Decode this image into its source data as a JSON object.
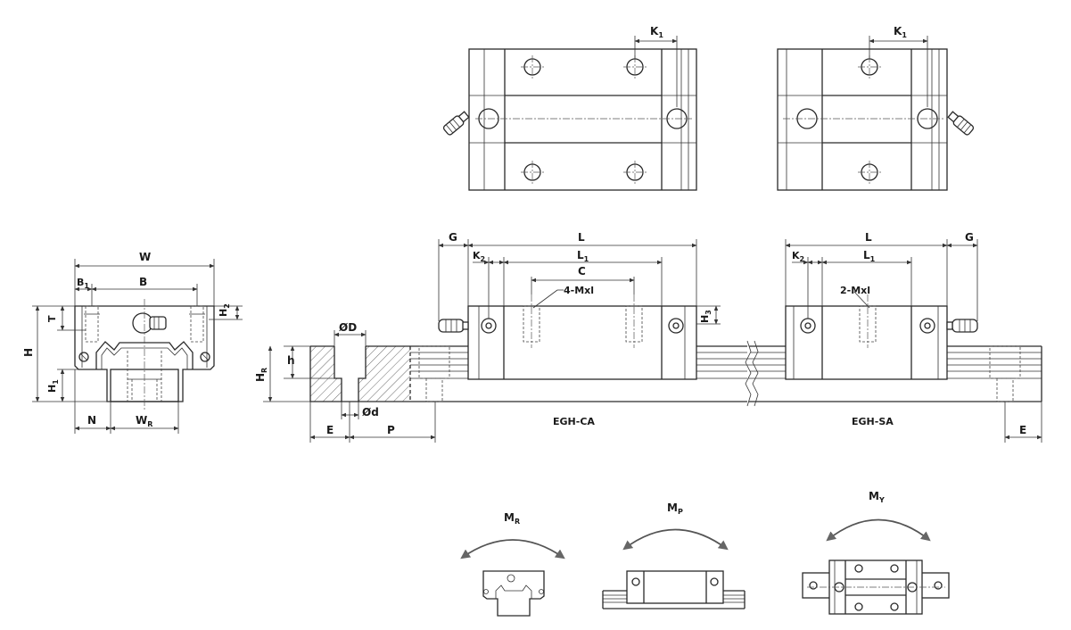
{
  "labels": {
    "W": "W",
    "B1": "B",
    "B1_sub": "1",
    "B": "B",
    "T": "T",
    "H": "H",
    "H1": "H",
    "H1_sub": "1",
    "H2": "H",
    "H2_sub": "2",
    "N": "N",
    "WR": "W",
    "WR_sub": "R",
    "K1": "K",
    "K1_sub": "1",
    "G": "G",
    "L": "L",
    "L1": "L",
    "L1_sub": "1",
    "K2": "K",
    "K2_sub": "2",
    "C": "C",
    "M4": "4-Mxl",
    "M2": "2-Mxl",
    "H3": "H",
    "H3_sub": "3",
    "OD": "ØD",
    "Od": "Ød",
    "h": "h",
    "HR": "H",
    "HR_sub": "R",
    "E": "E",
    "P": "P",
    "EGH_CA": "EGH-CA",
    "EGH_SA": "EGH-SA",
    "MR": "M",
    "MR_sub": "R",
    "MP": "M",
    "MP_sub": "P",
    "MY": "M",
    "MY_sub": "Y"
  }
}
